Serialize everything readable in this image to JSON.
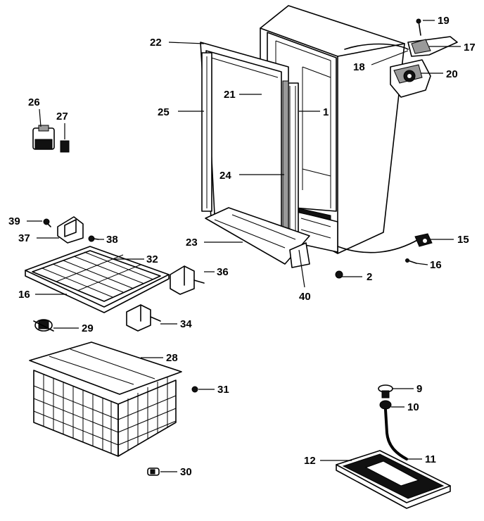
{
  "callouts": [
    {
      "id": "c1",
      "text": "1"
    },
    {
      "id": "c2",
      "text": "2"
    },
    {
      "id": "c9",
      "text": "9"
    },
    {
      "id": "c10",
      "text": "10"
    },
    {
      "id": "c11",
      "text": "11"
    },
    {
      "id": "c12",
      "text": "12"
    },
    {
      "id": "c15",
      "text": "15"
    },
    {
      "id": "c16a",
      "text": "16"
    },
    {
      "id": "c16b",
      "text": "16"
    },
    {
      "id": "c17",
      "text": "17"
    },
    {
      "id": "c18",
      "text": "18"
    },
    {
      "id": "c19",
      "text": "19"
    },
    {
      "id": "c20",
      "text": "20"
    },
    {
      "id": "c21",
      "text": "21"
    },
    {
      "id": "c22",
      "text": "22"
    },
    {
      "id": "c23",
      "text": "23"
    },
    {
      "id": "c24",
      "text": "24"
    },
    {
      "id": "c25",
      "text": "25"
    },
    {
      "id": "c26",
      "text": "26"
    },
    {
      "id": "c27",
      "text": "27"
    },
    {
      "id": "c28",
      "text": "28"
    },
    {
      "id": "c29",
      "text": "29"
    },
    {
      "id": "c30",
      "text": "30"
    },
    {
      "id": "c31",
      "text": "31"
    },
    {
      "id": "c32",
      "text": "32"
    },
    {
      "id": "c34",
      "text": "34"
    },
    {
      "id": "c36",
      "text": "36"
    },
    {
      "id": "c37",
      "text": "37"
    },
    {
      "id": "c38",
      "text": "38"
    },
    {
      "id": "c39",
      "text": "39"
    },
    {
      "id": "c40",
      "text": "40"
    }
  ]
}
